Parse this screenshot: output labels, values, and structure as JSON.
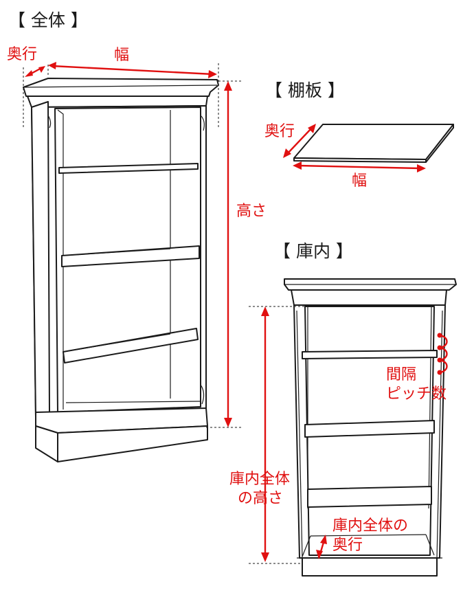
{
  "sections": {
    "overall": "【 全体 】",
    "shelf": "【 棚板 】",
    "interior": "【 庫内 】"
  },
  "labels": {
    "overall_depth": "奥行",
    "overall_width": "幅",
    "overall_height": "高さ",
    "shelf_depth": "奥行",
    "shelf_width": "幅",
    "pitch_line1": "間隔",
    "pitch_line2": "ピッチ数",
    "interior_height_line1": "庫内全体",
    "interior_height_line2": "の高さ",
    "interior_depth_line1": "庫内全体の",
    "interior_depth_line2": "奥行"
  },
  "colors": {
    "annotation": "#e01010",
    "outline": "#1a1a1a"
  }
}
